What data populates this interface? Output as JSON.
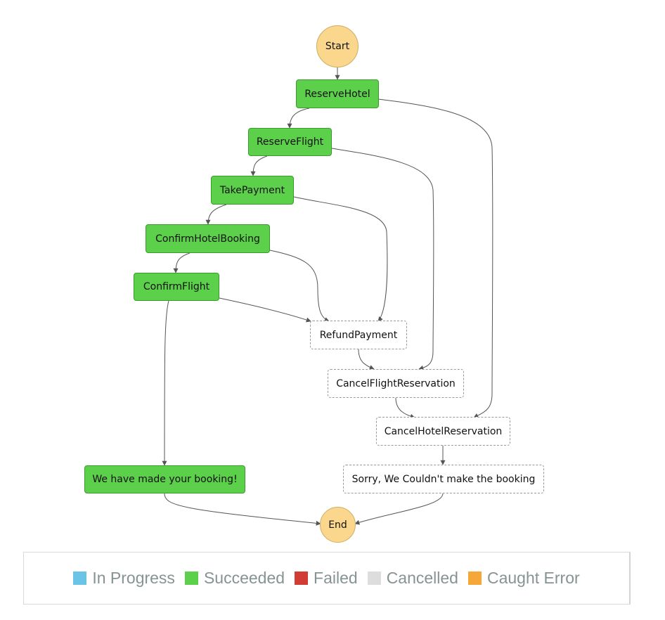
{
  "nodes": {
    "start": "Start",
    "reserve_hotel": "ReserveHotel",
    "reserve_flight": "ReserveFlight",
    "take_payment": "TakePayment",
    "confirm_hotel_booking": "ConfirmHotelBooking",
    "confirm_flight": "ConfirmFlight",
    "refund_payment": "RefundPayment",
    "cancel_flight_reservation": "CancelFlightReservation",
    "cancel_hotel_reservation": "CancelHotelReservation",
    "success_message": "We have made your booking!",
    "failure_message": "Sorry, We Couldn't make the booking",
    "end": "End"
  },
  "legend": {
    "in_progress": {
      "label": "In Progress",
      "color": "#6ac4e6"
    },
    "succeeded": {
      "label": "Succeeded",
      "color": "#5ccf4b"
    },
    "failed": {
      "label": "Failed",
      "color": "#d13d34"
    },
    "cancelled": {
      "label": "Cancelled",
      "color": "#dddddd"
    },
    "caught_error": {
      "label": "Caught Error",
      "color": "#f7a738"
    }
  },
  "status_colors": {
    "succeeded": "#5ccf4b",
    "cancelled_border": "#9a9a9a",
    "terminal": "#fad78d"
  }
}
